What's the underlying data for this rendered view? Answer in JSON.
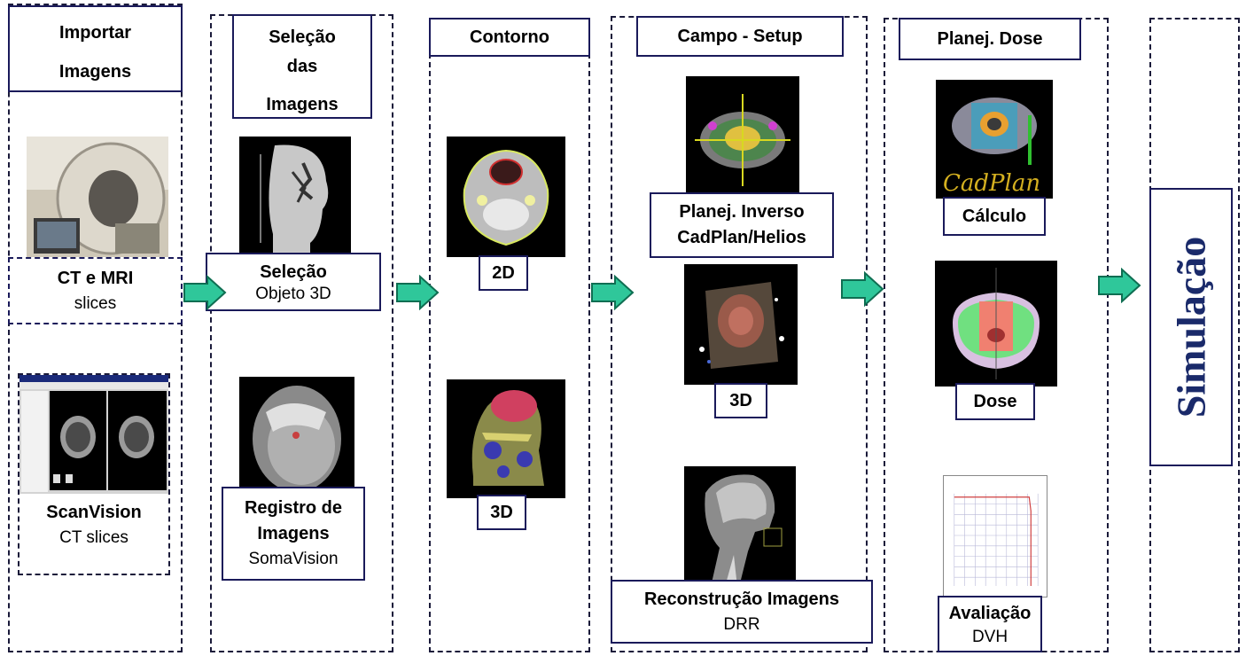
{
  "columns": {
    "importar": {
      "title_l1": "Importar",
      "title_l2": "Imagens",
      "ct_bold": "CT e MRI",
      "ct_sub": "slices",
      "scan_bold": "ScanVision",
      "scan_sub": "CT slices"
    },
    "selecao": {
      "title_l1": "Seleção",
      "title_l2": "das",
      "title_l3": "Imagens",
      "sel_bold": "Seleção",
      "sel_sub": "Objeto 3D",
      "reg_l1": "Registro de",
      "reg_l2": "Imagens",
      "reg_sub": "SomaVision"
    },
    "contorno": {
      "title": "Contorno",
      "label_2d": "2D",
      "label_3d": "3D"
    },
    "campo": {
      "title": "Campo - Setup",
      "inv_l1": "Planej. Inverso",
      "inv_l2": "CadPlan/Helios",
      "label_3d": "3D",
      "recon_bold": "Reconstrução Imagens",
      "recon_sub": "DRR"
    },
    "dose": {
      "title": "Planej. Dose",
      "cadplan_logo": "CadPlan",
      "calc": "Cálculo",
      "dose": "Dose",
      "aval_bold": "Avaliação",
      "aval_sub": "DVH"
    },
    "simulacao": {
      "title": "Simulação"
    }
  },
  "colors": {
    "arrow_fill": "#2fc79a",
    "arrow_stroke": "#0f6e52",
    "frame": "#1a1a5a",
    "simulacao_text": "#1a2a6a"
  },
  "icons": [
    "ct-scanner-photo",
    "scanvision-screenshot",
    "head-sagittal-image",
    "head-registration-image",
    "ct-axial-contour-image",
    "head-3d-render-image",
    "inverse-plan-image",
    "beam-3d-image",
    "drr-image",
    "cadplan-calc-image",
    "dose-distribution-image",
    "dvh-graph-image",
    "right-arrow-icon"
  ]
}
